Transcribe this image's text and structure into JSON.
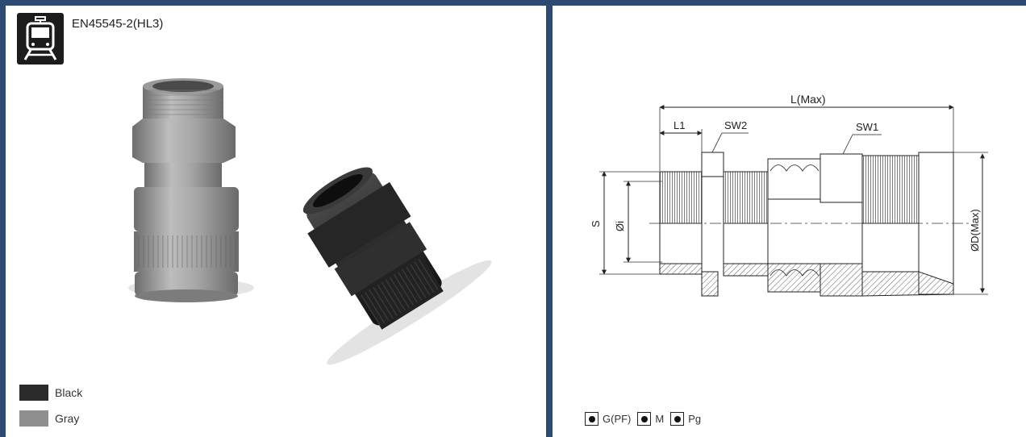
{
  "left": {
    "icon": "train-icon",
    "standard": "EN45545-2(HL3)",
    "colors": [
      {
        "name": "Black",
        "hex": "#2b2b2b"
      },
      {
        "name": "Gray",
        "hex": "#8f8f8f"
      }
    ]
  },
  "right": {
    "dims": {
      "L_max": "L(Max)",
      "L1": "L1",
      "SW2": "SW2",
      "SW1": "SW1",
      "S": "S",
      "Oi": "Øi",
      "OD_max": "ØD(Max)"
    },
    "thread_types": [
      "G(PF)",
      "M",
      "Pg"
    ]
  },
  "colors": {
    "frame": "#2c4a72",
    "panel": "#ffffff"
  }
}
